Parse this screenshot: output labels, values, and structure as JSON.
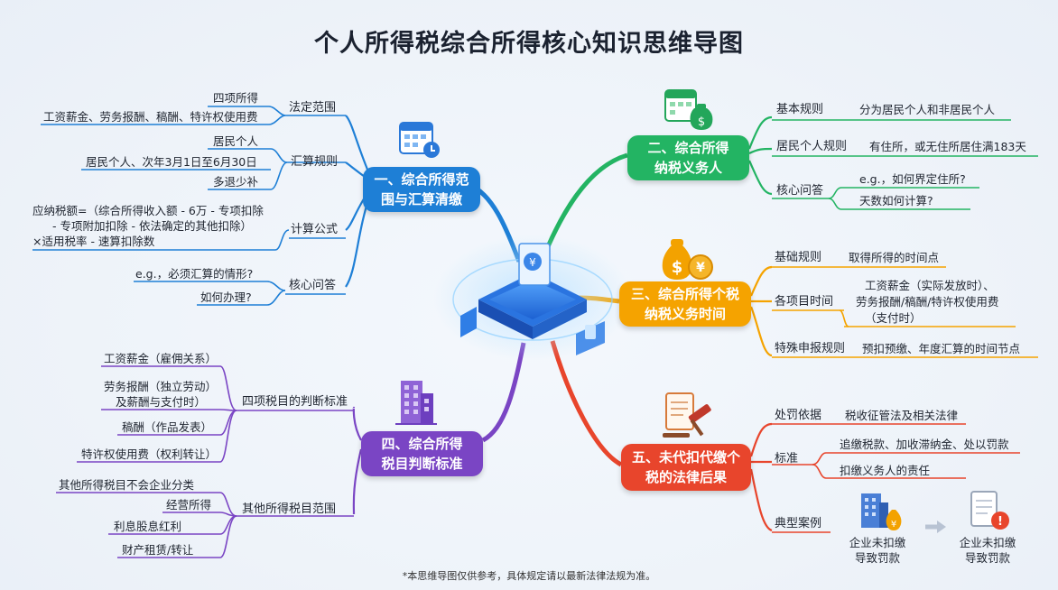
{
  "title": "个人所得税综合所得核心知识思维导图",
  "footer": "*本思维导图仅供参考，具体规定请以最新法律法规为准。",
  "colors": {
    "blue": "#1e7fd6",
    "green": "#23b463",
    "orange": "#f5a300",
    "purple": "#7a45c4",
    "red": "#e8452c"
  },
  "nodes": {
    "scope": {
      "line1": "一、综合所得范",
      "line2": "围与汇算清缴",
      "branches": {
        "legal_scope": {
          "label": "法定范围",
          "items": [
            "四项所得",
            "工资薪金、劳务报酬、稿酬、特许权使用费"
          ]
        },
        "calc_rules": {
          "label": "汇算规则",
          "items": [
            "居民个人",
            "居民个人、次年3月1日至6月30日",
            "多退少补"
          ]
        },
        "formula": {
          "label": "计算公式",
          "lines": [
            "应纳税额=（综合所得收入额 - 6万 - 专项扣除",
            "- 专项附加扣除 - 依法确定的其他扣除）",
            "×适用税率 - 速算扣除数"
          ]
        },
        "faq": {
          "label": "核心问答",
          "items": [
            "e.g.，必须汇算的情形?",
            "如何办理?"
          ]
        }
      }
    },
    "obligor": {
      "line1": "二、综合所得",
      "line2": "纳税义务人",
      "branches": {
        "basic": {
          "label": "基本规则",
          "value": "分为居民个人和非居民个人"
        },
        "resident": {
          "label": "居民个人规则",
          "value": "有住所，或无住所居住满183天"
        },
        "faq": {
          "label": "核心问答",
          "items": [
            "e.g.，如何界定住所?",
            "天数如何计算?"
          ]
        }
      }
    },
    "timing": {
      "line1": "三、综合所得个税",
      "line2": "纳税义务时间",
      "branches": {
        "basic": {
          "label": "基础规则",
          "value": "取得所得的时间点"
        },
        "items_time": {
          "label": "各项目时间",
          "lines": [
            "工资薪金（实际发放时）、",
            "劳务报酬/稿酬/特许权使用费",
            "（支付时）"
          ]
        },
        "special": {
          "label": "特殊申报规则",
          "value": "预扣预缴、年度汇算的时间节点"
        }
      }
    },
    "criteria": {
      "line1": "四、综合所得",
      "line2": "税目判断标准",
      "branches": {
        "four": {
          "label": "四项税目的判断标准",
          "items": [
            "工资薪金（雇佣关系）",
            "劳务报酬（独立劳动）",
            "及薪酬与支付时）",
            "稿酬（作品发表）",
            "特许权使用费（权利转让）"
          ]
        },
        "other": {
          "label": "其他所得税目范围",
          "items": [
            "其他所得税目不会企业分类",
            "经营所得",
            "利息股息红利",
            "财产租赁/转让"
          ]
        }
      }
    },
    "penalty": {
      "line1": "五、未代扣代缴个",
      "line2": "税的法律后果",
      "branches": {
        "basis": {
          "label": "处罚依据",
          "value": "税收征管法及相关法律"
        },
        "standard": {
          "label": "标准",
          "items": [
            "追缴税款、加收滞纳金、处以罚款",
            "扣缴义务人的责任"
          ]
        },
        "case": {
          "label": "典型案例",
          "case1_line1": "企业未扣缴",
          "case1_line2": "导致罚款",
          "case2_line1": "企业未扣缴",
          "case2_line2": "导致罚款"
        }
      }
    }
  }
}
